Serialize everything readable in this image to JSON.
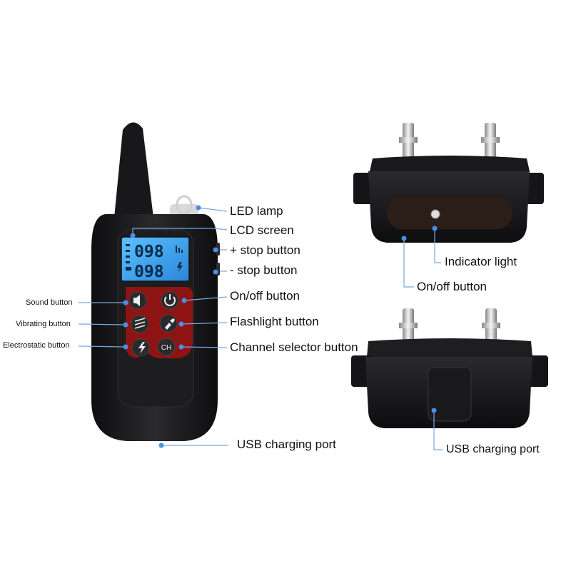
{
  "remote": {
    "display": {
      "top_value": "098",
      "bottom_value": "098"
    },
    "buttons": {
      "channel_label": "CH"
    }
  },
  "labels": {
    "led_lamp": "LED lamp",
    "lcd_screen": "LCD screen",
    "plus_stop": "+ stop button",
    "minus_stop": "- stop button",
    "on_off": "On/off button",
    "flashlight": "Flashlight button",
    "channel_selector": "Channel selector button",
    "usb_port": "USB charging port",
    "sound": "Sound button",
    "vibrating": "Vibrating button",
    "electrostatic": "Electrostatic button"
  },
  "receiver_labels": {
    "indicator_light": "Indicator light",
    "on_off": "On/off button",
    "usb_port": "USB charging port"
  },
  "colors": {
    "device_body": "#1b1b1d",
    "lcd_blue": "#3aa6ee",
    "button_panel_red": "#8e1414",
    "callout_dot": "#4a90e2",
    "callout_line": "#7aa7e0"
  }
}
